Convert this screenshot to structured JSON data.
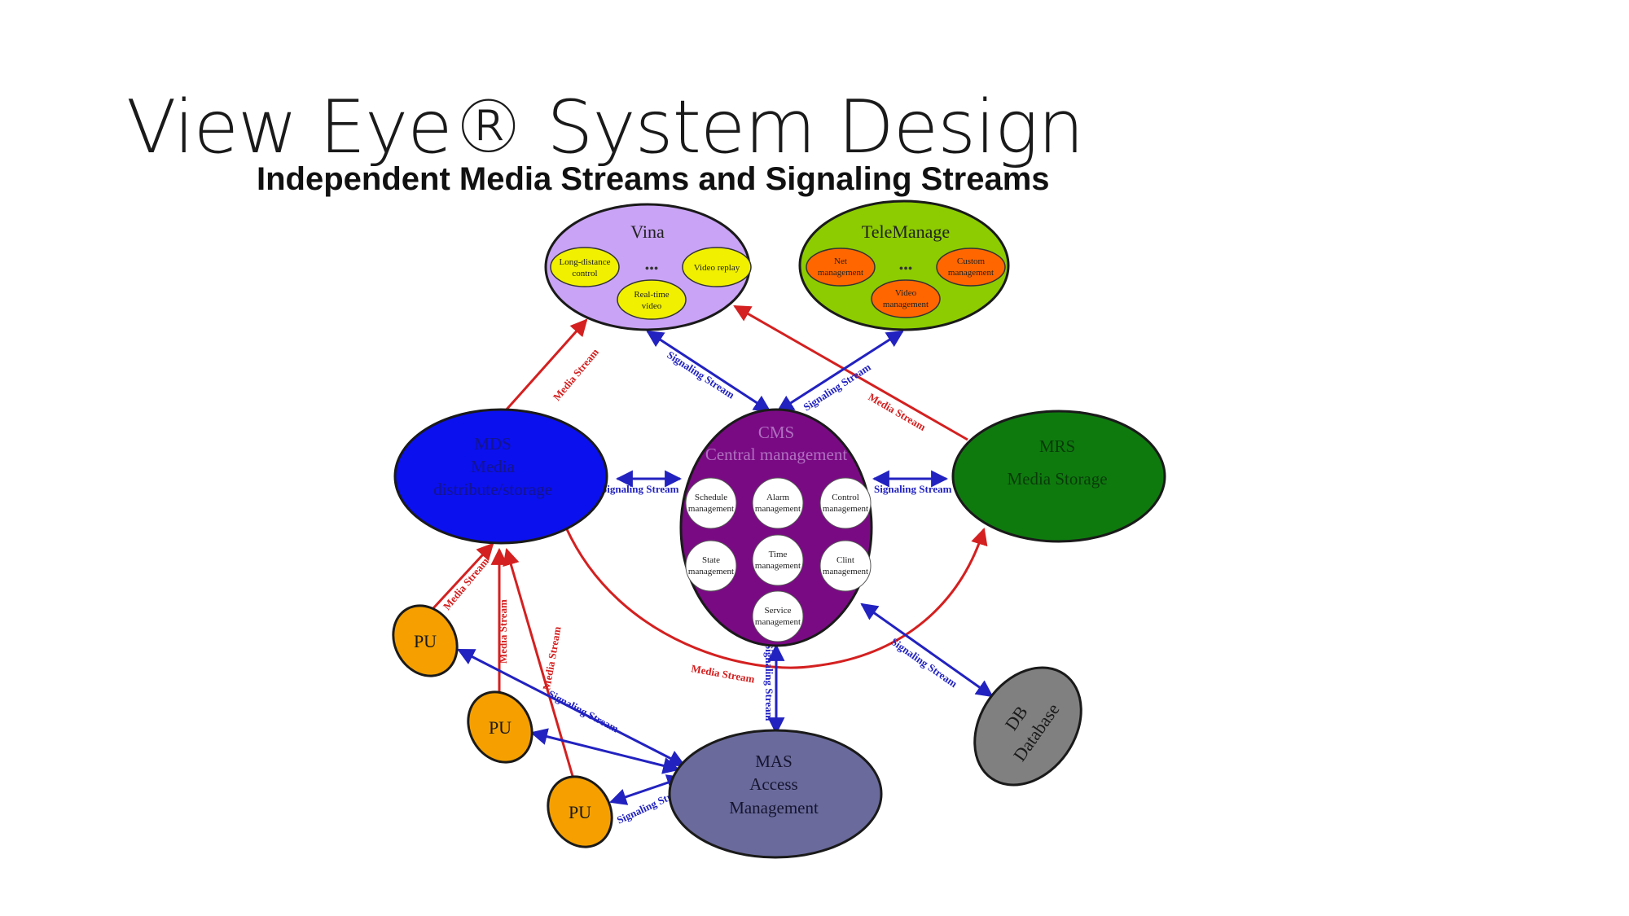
{
  "slide": {
    "title": "View Eye® System Design",
    "subtitle": "Independent Media Streams and Signaling Streams"
  },
  "colors": {
    "media_stream": "#d42020",
    "signaling_stream": "#2222c0",
    "vina": "#c9a3f5",
    "telemanage": "#8ccc00",
    "cms": "#7a0a84",
    "mds": "#0a10ee",
    "mrs": "#0e7a0e",
    "mas": "#6a6a9c",
    "db": "#808080",
    "pu": "#f5a000",
    "vina_module": "#f0f000",
    "telemanage_module": "#ff6600",
    "cms_module": "#ffffff"
  },
  "nodes": {
    "vina": {
      "title": "Vina",
      "ellipsis": "•••",
      "modules": [
        {
          "line1": "Long-distance",
          "line2": "control"
        },
        {
          "line1": "Video replay",
          "line2": ""
        },
        {
          "line1": "Real-time",
          "line2": "video"
        }
      ]
    },
    "telemanage": {
      "title": "TeleManage",
      "ellipsis": "•••",
      "modules": [
        {
          "line1": "Net",
          "line2": "management"
        },
        {
          "line1": "Custom",
          "line2": "management"
        },
        {
          "line1": "Video",
          "line2": "management"
        }
      ]
    },
    "cms": {
      "line1": "CMS",
      "line2": "Central management",
      "modules": [
        {
          "line1": "Schedule",
          "line2": "management"
        },
        {
          "line1": "Alarm",
          "line2": "management"
        },
        {
          "line1": "Control",
          "line2": "management"
        },
        {
          "line1": "State",
          "line2": "management"
        },
        {
          "line1": "Time",
          "line2": "management"
        },
        {
          "line1": "Clint",
          "line2": "management"
        },
        {
          "line1": "Service",
          "line2": "management"
        }
      ]
    },
    "mds": {
      "line1": "MDS",
      "line2": "Media",
      "line3": "distribute/storage"
    },
    "mrs": {
      "line1": "MRS",
      "line2": "Media Storage"
    },
    "mas": {
      "line1": "MAS",
      "line2": "Access",
      "line3": "Management"
    },
    "db": {
      "line1": "DB",
      "line2": "Database"
    },
    "pu": [
      "PU",
      "PU",
      "PU"
    ]
  },
  "stream_labels": {
    "media": "Media Stream",
    "signaling": "Signaling Stream"
  }
}
